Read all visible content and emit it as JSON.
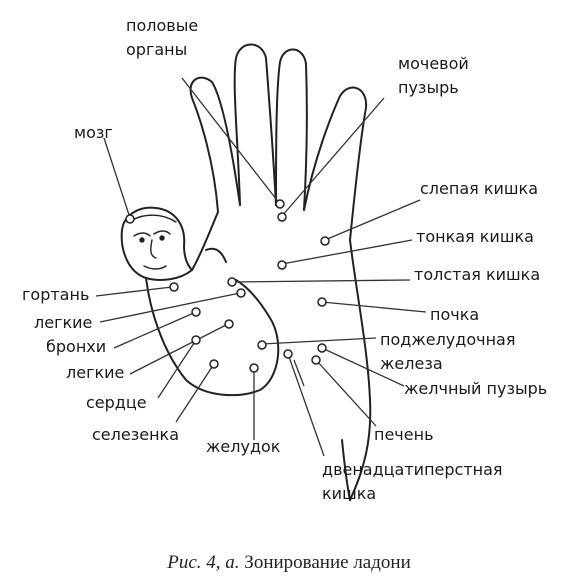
{
  "labels": {
    "genitals": "половые органы",
    "bladder": "мочевой пузырь",
    "brain": "мозг",
    "cecum": "слепая кишка",
    "small_intestine": "тонкая кишка",
    "larynx": "гортань",
    "colon": "толстая кишка",
    "kidney": "почка",
    "lungs_upper": "легкие",
    "bronchi": "бронхи",
    "pancreas": "поджелудочная железа",
    "lungs_lower": "легкие",
    "gallbladder": "желчный пузырь",
    "heart": "сердце",
    "spleen": "селезенка",
    "liver": "печень",
    "stomach": "желудок",
    "duodenum": "двенадцатиперстная кишка"
  },
  "caption": {
    "prefix": "Рис. 4, а.",
    "text": "Зонирование ладони"
  }
}
